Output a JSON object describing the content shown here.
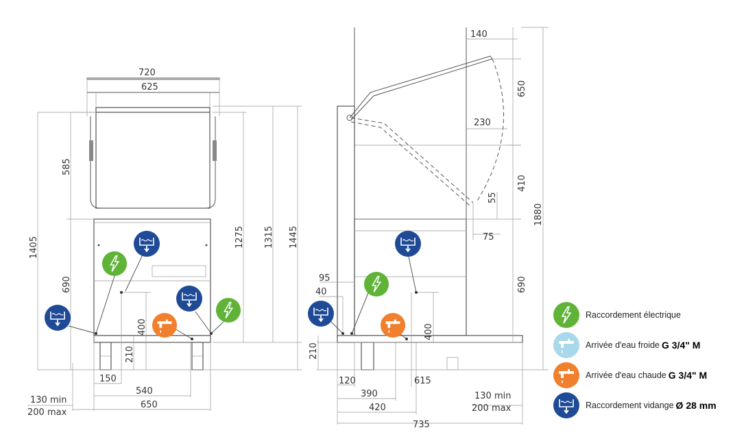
{
  "front_view": {
    "dims": {
      "width_top": "720",
      "width_inner": "625",
      "h_585": "585",
      "h_690": "690",
      "h_1405": "1405",
      "h_1275": "1275",
      "h_1315": "1315",
      "h_1445": "1445",
      "h_400": "400",
      "h_210": "210",
      "w_150": "150",
      "w_540": "540",
      "w_650": "650",
      "min_130": "130 min",
      "max_200": "200 max"
    }
  },
  "side_view": {
    "dims": {
      "w_140": "140",
      "h_650": "650",
      "w_230": "230",
      "h_410": "410",
      "h_55": "55",
      "w_75": "75",
      "h_1880": "1880",
      "h_690": "690",
      "w_95": "95",
      "w_40": "40",
      "h_400": "400",
      "h_210": "210",
      "w_120": "120",
      "w_615": "615",
      "w_390": "390",
      "w_420": "420",
      "w_735": "735",
      "min_130": "130 min",
      "max_200": "200 max"
    }
  },
  "legend": [
    {
      "icon": "electric-icon",
      "label": "Raccordement électrique",
      "spec": "",
      "color": "#5fb336"
    },
    {
      "icon": "cold-water-icon",
      "label": "Arrivée d'eau froide",
      "spec": "G 3/4\" M",
      "color": "#a8d8ea"
    },
    {
      "icon": "hot-water-icon",
      "label": "Arrivée d'eau chaude",
      "spec": "G 3/4\" M",
      "color": "#f07f2e"
    },
    {
      "icon": "drain-icon",
      "label": "Raccordement vidange",
      "spec": "Ø 28 mm",
      "color": "#1f4a96"
    }
  ]
}
